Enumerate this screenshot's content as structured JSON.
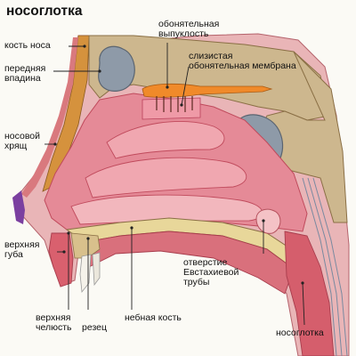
{
  "title": "носоглотка",
  "labels": {
    "nasal_bone": "кость носа",
    "anterior_sinus": [
      "передняя",
      "впадина"
    ],
    "olfactory_bulb": [
      "обонятельная",
      "выпуклость"
    ],
    "olfactory_membrane": [
      "слизистая",
      "обонятельная мембрана"
    ],
    "nasal_cartilage": [
      "носовой",
      "хрящ"
    ],
    "upper_lip": [
      "верхняя",
      "губа"
    ],
    "eustachian_tube": [
      "отверстие",
      "Евстахиевой",
      "трубы"
    ],
    "upper_jaw": [
      "верхняя",
      "челюсть"
    ],
    "incisor": "резец",
    "palatine_bone": "небная кость",
    "nasopharynx": "носоглотка"
  },
  "colors": {
    "bone": "#c9b48d",
    "bone_dark": "#8a6f45",
    "tissue": "#e7a6ad",
    "tissue_light": "#f2c7c9",
    "tissue_dark": "#c8505c",
    "sinus": "#8e9aa8",
    "sinus_light": "#b5bfca",
    "orange": "#f08a2a"
  }
}
